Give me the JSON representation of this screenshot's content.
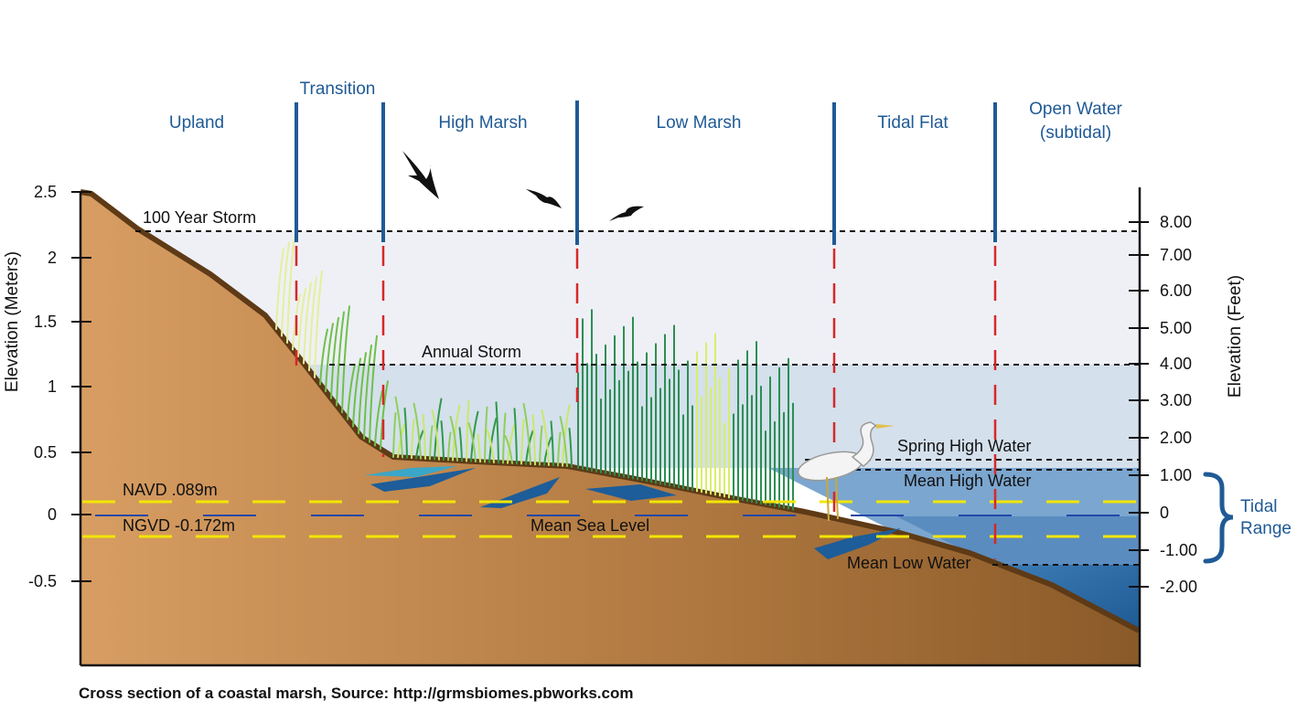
{
  "zones": {
    "upland": "Upland",
    "transition": "Transition",
    "high_marsh": "High Marsh",
    "low_marsh": "Low Marsh",
    "tidal_flat": "Tidal Flat",
    "open_water_line1": "Open Water",
    "open_water_line2": "(subtidal)"
  },
  "levels": {
    "storm_100": "100 Year Storm",
    "annual_storm": "Annual Storm",
    "spring_high": "Spring High Water",
    "mean_high": "Mean High Water",
    "navd": "NAVD .089m",
    "ngvd": "NGVD -0.172m",
    "mean_sea": "Mean Sea Level",
    "mean_low": "Mean Low Water"
  },
  "left_axis": {
    "title": "Elevation (Meters)",
    "ticks": [
      "2.5",
      "2",
      "1.5",
      "1",
      "0.5",
      "0",
      "-0.5"
    ]
  },
  "right_axis": {
    "title": "Elevation (Feet)",
    "ticks": [
      "8.00",
      "7.00",
      "6.00",
      "5.00",
      "4.00",
      "3.00",
      "2.00",
      "1.00",
      "0",
      "-1.00",
      "-2.00"
    ]
  },
  "tidal_range": {
    "line1": "Tidal",
    "line2": "Range"
  },
  "caption": "Cross section of a coastal marsh, Source: http://grmsbiomes.pbworks.com",
  "colors": {
    "zone_text": "#1f5a96",
    "zone_line": "#1f5a96",
    "zone_line_dash": "#d62728",
    "datum_yellow": "#f2e600",
    "soil_light": "#d8a066",
    "soil_dark": "#7f5122",
    "storm_fill": "#eef0f6",
    "annual_fill": "#d4e0ec",
    "high_water_fill": "#7ba6cf",
    "deep_water": "#2a66a1"
  }
}
